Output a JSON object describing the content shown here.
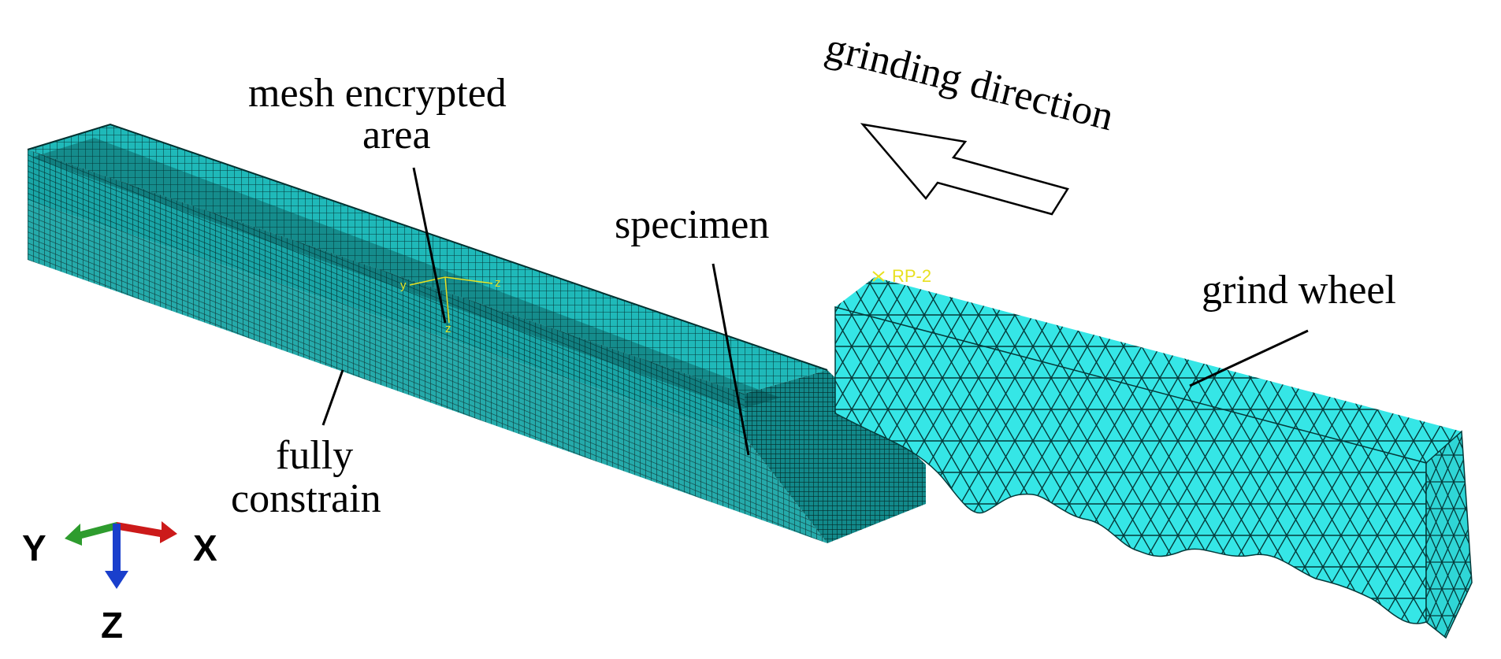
{
  "labels": {
    "grinding_direction": "grinding direction",
    "mesh_area_line1": "mesh encrypted",
    "mesh_area_line2": "area",
    "specimen": "specimen",
    "grind_wheel": "grind wheel",
    "constraint_line1": "fully",
    "constraint_line2": "constrain"
  },
  "triad": {
    "y": "Y",
    "x": "X",
    "z": "Z"
  },
  "local_csys": {
    "y": "y",
    "z": "z",
    "x": "z"
  },
  "ref_point": "RP-2",
  "colors": {
    "mesh_fill": "#1fb9b9",
    "mesh_fill_light": "#33e0e0",
    "mesh_line": "#05393a",
    "wheel_fill": "#35e6e6",
    "wheel_line": "#043a3a",
    "axis_x": "#cc1a1a",
    "axis_y": "#2e9c2e",
    "axis_z": "#1a3fcc"
  }
}
